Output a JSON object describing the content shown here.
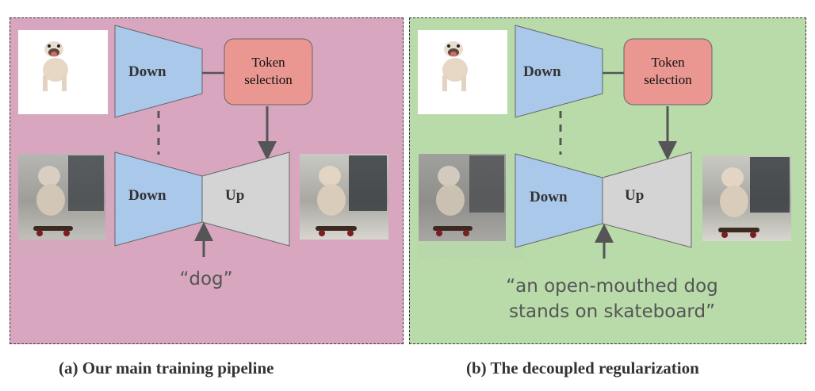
{
  "panel_a": {
    "background": "#d8a7bf",
    "down_top_label": "Down",
    "token_label": "Token\nselection",
    "down_label": "Down",
    "up_label": "Up",
    "prompt": "“dog”",
    "caption": "(a) Our main training pipeline"
  },
  "panel_b": {
    "background": "#b8dba9",
    "down_top_label": "Down",
    "token_label": "Token\nselection",
    "down_label": "Down",
    "up_label": "Up",
    "prompt": "“an open-mouthed dog\nstands on skateboard”",
    "caption": "(b) The decoupled regularization"
  },
  "colors": {
    "down_block": "#a9c8ea",
    "up_block": "#d4d4d4",
    "token_block": "#ea9792",
    "arrow": "#555555"
  }
}
